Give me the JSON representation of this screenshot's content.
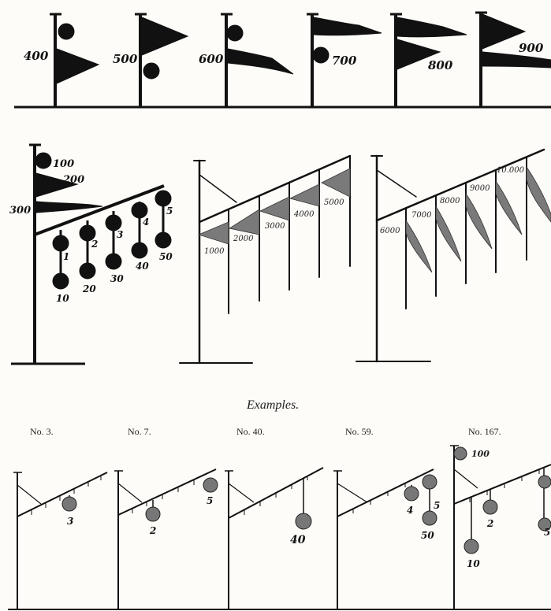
{
  "top_row_labels": [
    "400",
    "500",
    "600",
    "700",
    "800",
    "900"
  ],
  "middle_left": {
    "label_100": "100",
    "label_200_flag": "200",
    "label_300_flag": "300",
    "upper_labels": [
      "1",
      "2",
      "3",
      "4",
      "5"
    ],
    "lower_labels": [
      "10",
      "20",
      "30",
      "40",
      "50"
    ]
  },
  "middle_center_labels": [
    "1000",
    "2000",
    "3000",
    "4000",
    "5000"
  ],
  "middle_right_labels": [
    "6000",
    "7000",
    "8000",
    "9000",
    "10.000"
  ],
  "examples_caption": "Examples.",
  "examples": [
    {
      "title": "No. 3.",
      "balls": [
        "3"
      ]
    },
    {
      "title": "No. 7.",
      "balls": [
        "2",
        "5"
      ]
    },
    {
      "title": "No. 40.",
      "balls": [
        "40"
      ]
    },
    {
      "title": "No. 59.",
      "balls": [
        "4",
        "5",
        "50"
      ]
    },
    {
      "title": "No. 167.",
      "balls": [
        "100",
        "2",
        "10",
        "5"
      ]
    }
  ]
}
